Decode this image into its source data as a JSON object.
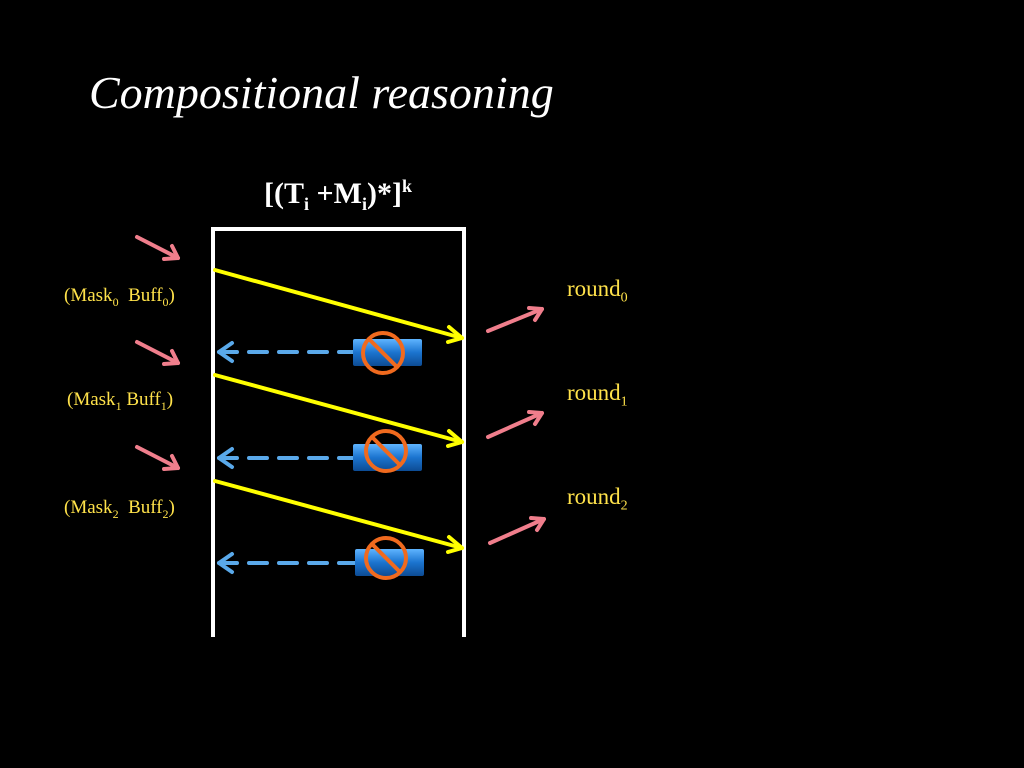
{
  "title": "Compositional reasoning",
  "formula": {
    "open": "[(T",
    "sub_i_1": "i",
    "plus_m": " +M",
    "sub_i_2": "i",
    "close": ")*]",
    "sup_k": "k"
  },
  "mask_labels": [
    {
      "open": "(Mask",
      "mask_sub": "0",
      "buff": "Buff",
      "buff_sub": "0",
      "close": ")"
    },
    {
      "open": "(Mask",
      "mask_sub": "1",
      "buff": "Buff",
      "buff_sub": "1",
      "close": ")"
    },
    {
      "open": "(Mask",
      "mask_sub": "2",
      "buff": "Buff",
      "buff_sub": "2",
      "close": ")"
    }
  ],
  "round_labels": [
    {
      "text": "round",
      "sub": "0"
    },
    {
      "text": "round",
      "sub": "1"
    },
    {
      "text": "round",
      "sub": "2"
    }
  ],
  "colors": {
    "background": "#000000",
    "title": "#ffffff",
    "label": "#ffe24a",
    "yellow_arrow": "#ffff00",
    "pink_arrow": "#f07e8c",
    "dashed_arrow": "#5aa9ea",
    "blocker": "#1b6fc2",
    "no_sign": "#f06a1e",
    "box": "#ffffff"
  }
}
